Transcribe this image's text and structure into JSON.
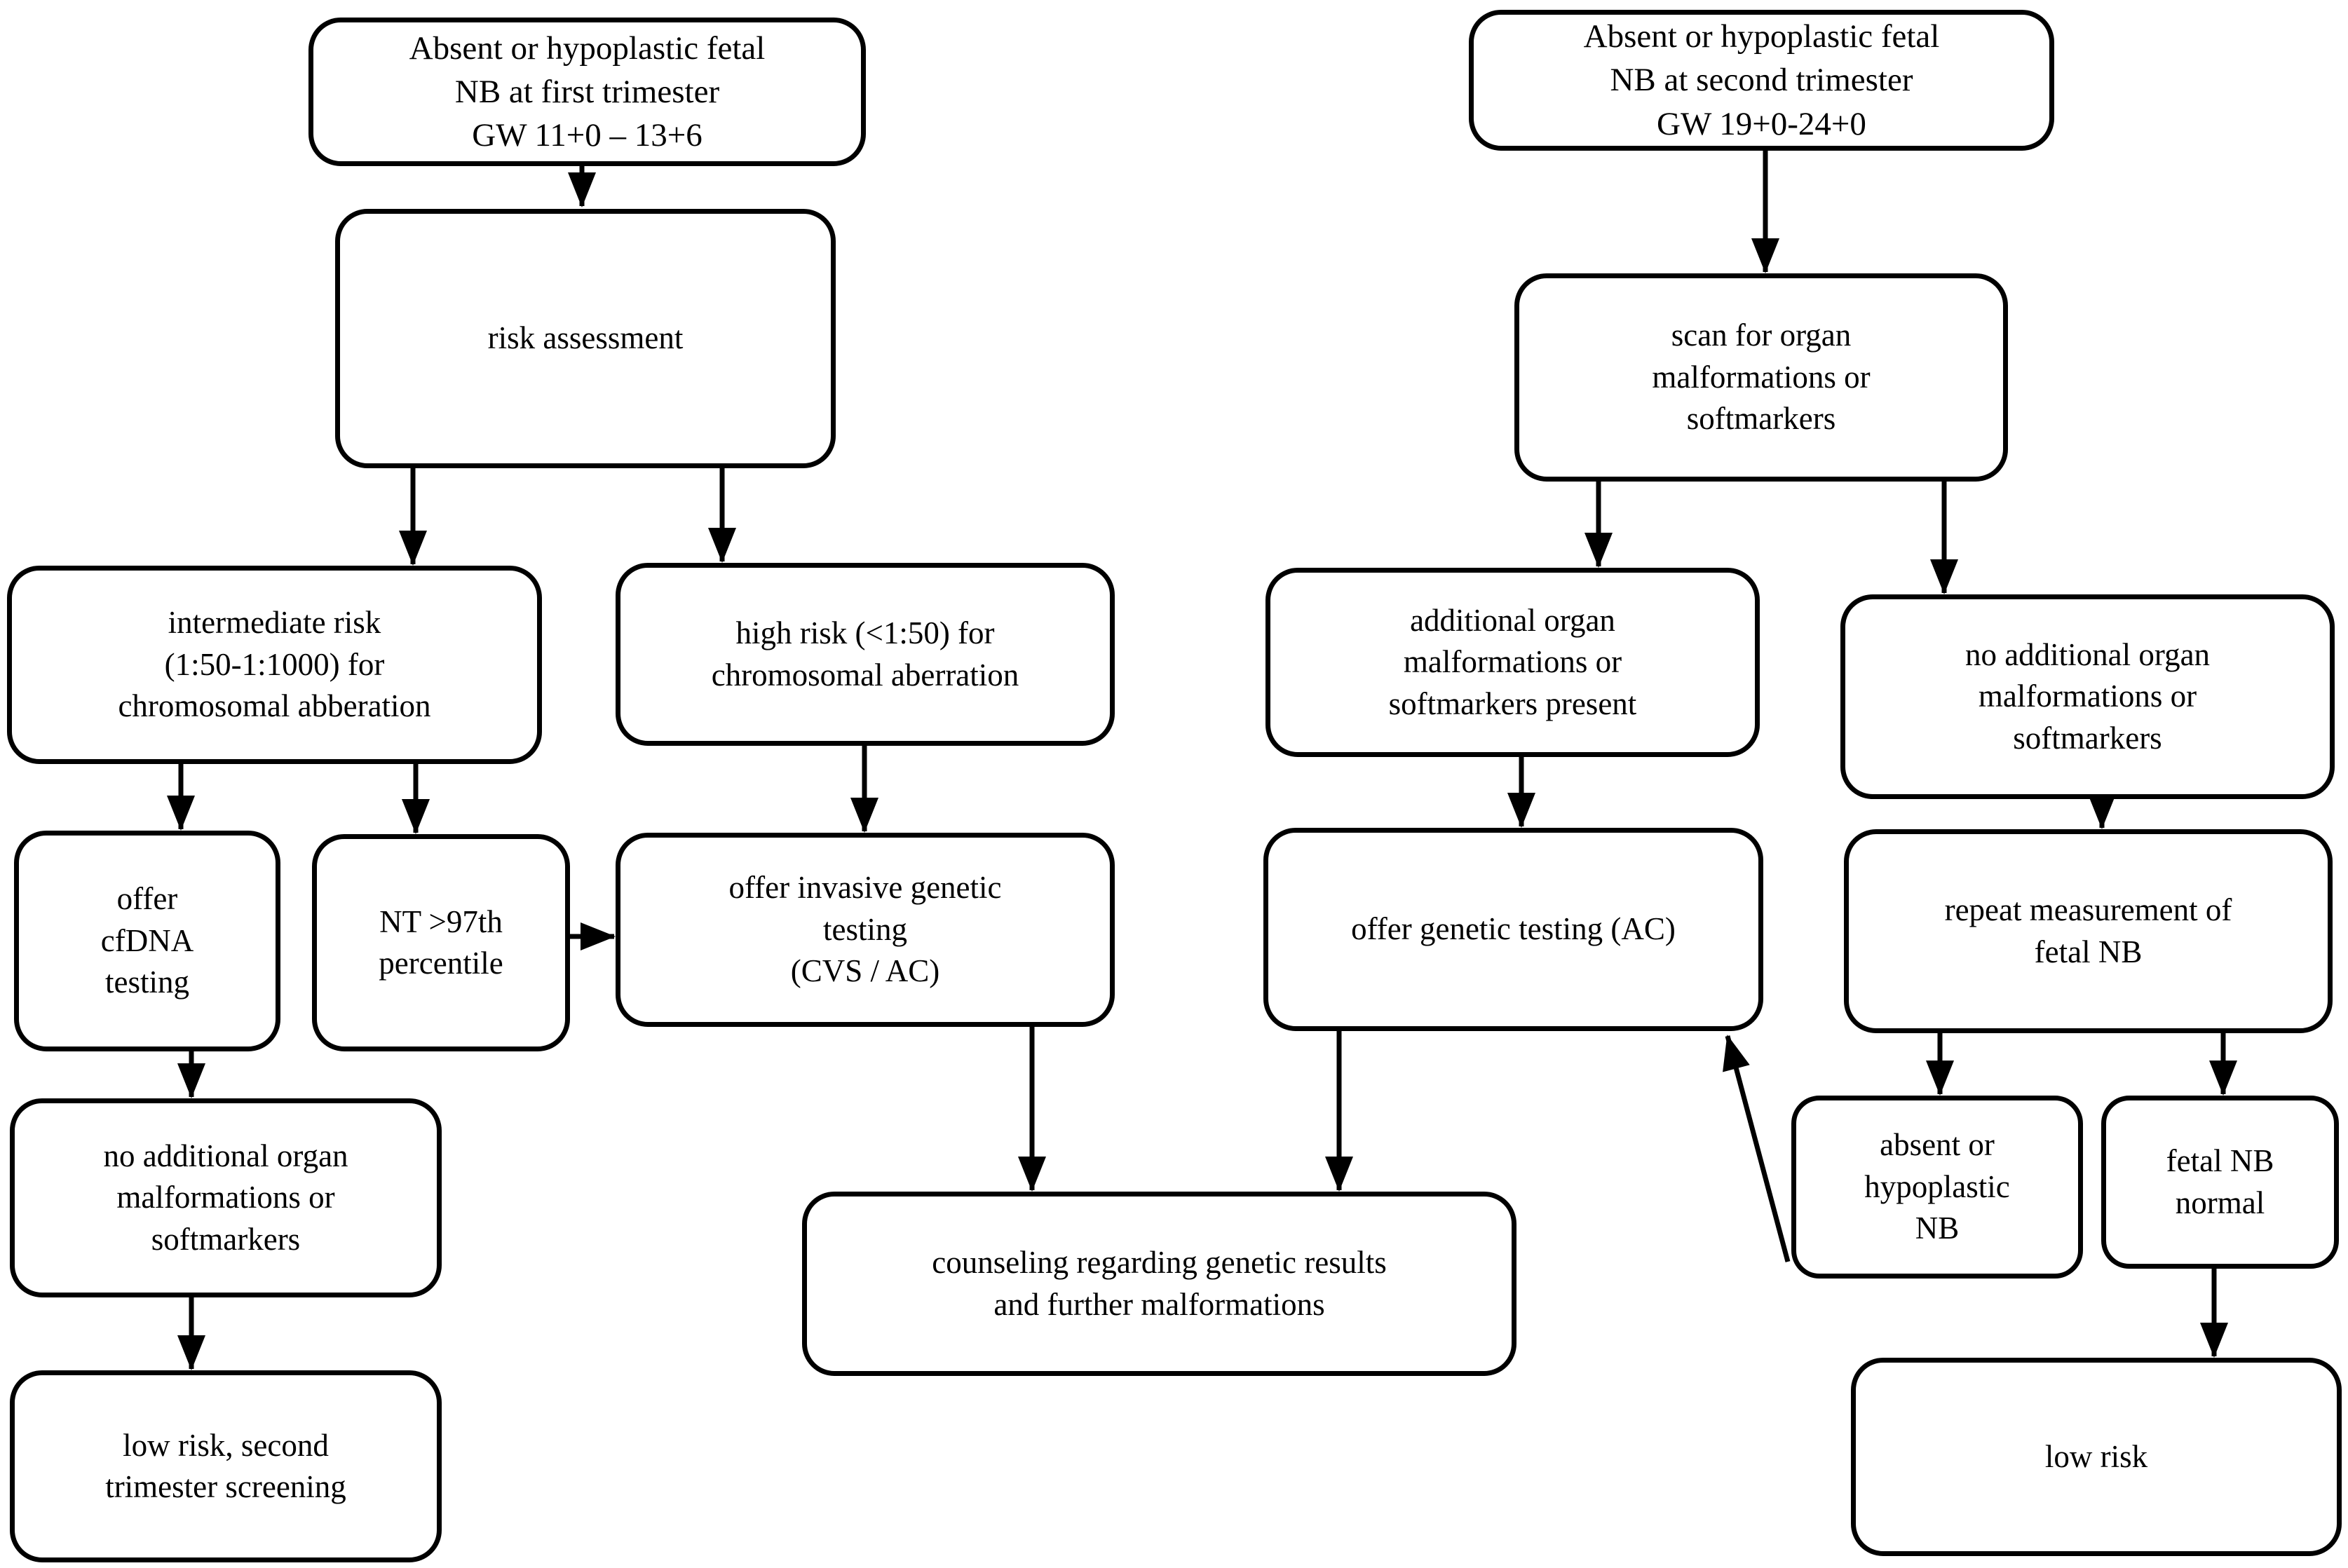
{
  "diagram": {
    "type": "flowchart",
    "background_color": "#ffffff",
    "box_border_color": "#000000",
    "arrow_color": "#000000"
  },
  "nodes": {
    "a1": {
      "label": "Absent or hypoplastic fetal\nNB at first trimester\nGW 11+0 – 13+6"
    },
    "a2": {
      "label": "risk assessment"
    },
    "a3": {
      "label": "intermediate risk\n(1:50-1:1000) for\nchromosomal abberation"
    },
    "a4": {
      "label": "high risk (<1:50) for\nchromosomal aberration"
    },
    "a5": {
      "label": "offer\ncfDNA\ntesting"
    },
    "a6": {
      "label": "NT >97th\npercentile"
    },
    "a7": {
      "label": "offer invasive genetic\ntesting\n(CVS / AC)"
    },
    "a8": {
      "label": "no additional organ\nmalformations or\nsoftmarkers"
    },
    "a9": {
      "label": "low risk, second\ntrimester screening"
    },
    "m1": {
      "label": "counseling regarding genetic results\nand further malformations"
    },
    "b1": {
      "label": "Absent or hypoplastic fetal\nNB at second trimester\nGW 19+0-24+0"
    },
    "b2": {
      "label": "scan for organ\nmalformations or\nsoftmarkers"
    },
    "b3": {
      "label": "additional organ\nmalformations or\nsoftmarkers present"
    },
    "b4": {
      "label": "no additional organ\nmalformations or\nsoftmarkers"
    },
    "b5": {
      "label": "offer genetic testing (AC)"
    },
    "b6": {
      "label": "repeat measurement of\nfetal NB"
    },
    "b7": {
      "label": "absent or\nhypoplastic\nNB"
    },
    "b8": {
      "label": "fetal NB\nnormal"
    },
    "b9": {
      "label": "low risk"
    }
  },
  "edges": [
    {
      "from": "a1",
      "to": "a2"
    },
    {
      "from": "a2",
      "to": "a3"
    },
    {
      "from": "a2",
      "to": "a4"
    },
    {
      "from": "a3",
      "to": "a5"
    },
    {
      "from": "a3",
      "to": "a6"
    },
    {
      "from": "a4",
      "to": "a7"
    },
    {
      "from": "a6",
      "to": "a7"
    },
    {
      "from": "a5",
      "to": "a8"
    },
    {
      "from": "a8",
      "to": "a9"
    },
    {
      "from": "a7",
      "to": "m1"
    },
    {
      "from": "b5",
      "to": "m1"
    },
    {
      "from": "b1",
      "to": "b2"
    },
    {
      "from": "b2",
      "to": "b3"
    },
    {
      "from": "b2",
      "to": "b4"
    },
    {
      "from": "b3",
      "to": "b5"
    },
    {
      "from": "b4",
      "to": "b6"
    },
    {
      "from": "b6",
      "to": "b7"
    },
    {
      "from": "b6",
      "to": "b8"
    },
    {
      "from": "b8",
      "to": "b9"
    },
    {
      "from": "b7",
      "to": "b5"
    }
  ]
}
